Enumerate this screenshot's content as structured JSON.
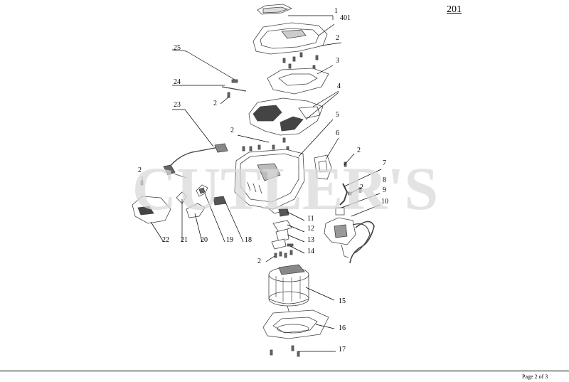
{
  "page_number": "201",
  "footer": {
    "page_word": "Page",
    "page_current": "2",
    "page_of": "of",
    "page_total": "3"
  },
  "watermark_text": "CUTLER'S",
  "callouts": [
    "1",
    "401",
    "2",
    "3",
    "4",
    "5",
    "6",
    "7",
    "8",
    "9",
    "10",
    "11",
    "12",
    "13",
    "14",
    "15",
    "16",
    "17",
    "18",
    "19",
    "20",
    "21",
    "22",
    "23",
    "24",
    "25"
  ],
  "colors": {
    "line": "#000000",
    "watermark": "#d9d9d9",
    "part_stroke": "#444444",
    "part_fill": "#ffffff",
    "dark_part": "#555555"
  }
}
